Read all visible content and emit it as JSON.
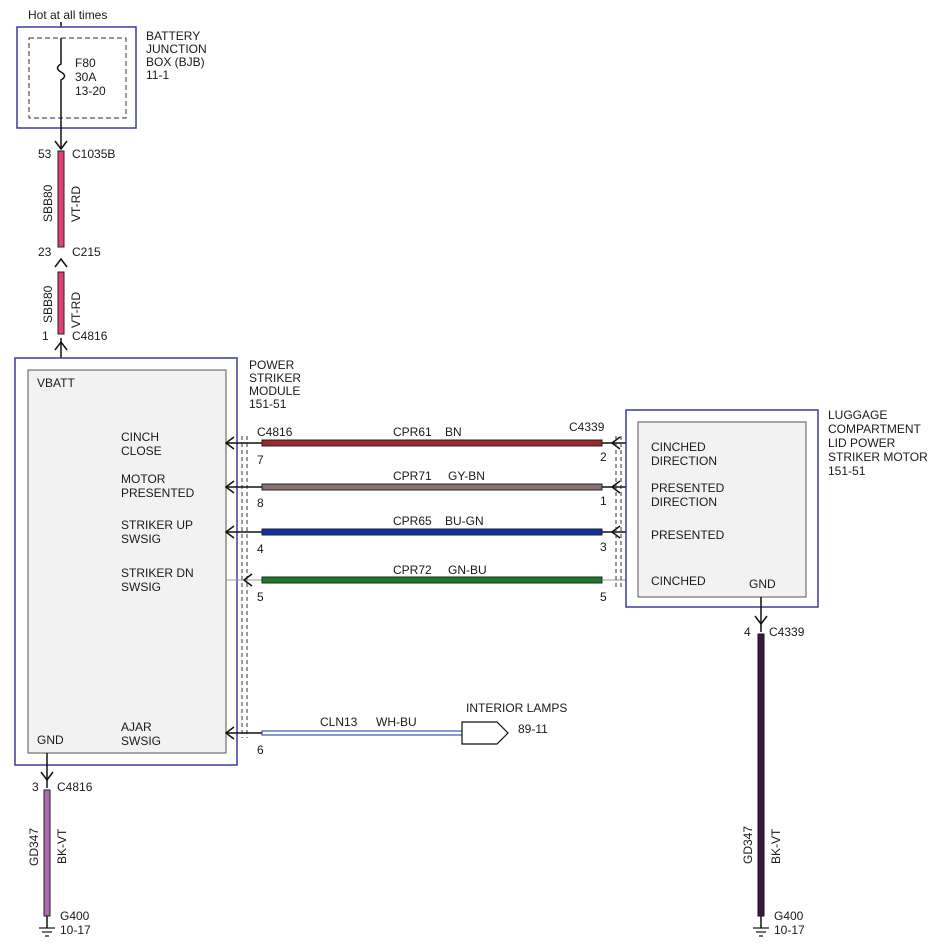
{
  "header": {
    "hot_label": "Hot at all times"
  },
  "bjb": {
    "title": [
      "BATTERY",
      "JUNCTION",
      "BOX (BJB)",
      "11-1"
    ],
    "fuse": [
      "F80",
      "30A",
      "13-20"
    ]
  },
  "feed": {
    "c1035b_pin": "53",
    "c1035b": "C1035B",
    "c215_pin": "23",
    "c215": "C215",
    "c4816_pin": "1",
    "c4816": "C4816",
    "circuit": "SBB80",
    "color": "VT-RD"
  },
  "psm": {
    "title": [
      "POWER",
      "STRIKER",
      "MODULE",
      "151-51"
    ],
    "vbatt": "VBATT",
    "gnd": "GND",
    "signals": [
      [
        "CINCH",
        "CLOSE"
      ],
      [
        "MOTOR",
        "PRESENTED"
      ],
      [
        "STRIKER UP",
        "SWSIG"
      ],
      [
        "STRIKER DN",
        "SWSIG"
      ],
      [
        "AJAR",
        "SWSIG"
      ]
    ]
  },
  "connector_left": "C4816",
  "connector_right": "C4339",
  "wires": [
    {
      "circuit": "CPR61",
      "color": "BN",
      "left_pin": "7",
      "right_pin": "2",
      "hex": "#9a2b2b"
    },
    {
      "circuit": "CPR71",
      "color": "GY-BN",
      "left_pin": "8",
      "right_pin": "1",
      "hex": "#8a7070"
    },
    {
      "circuit": "CPR65",
      "color": "BU-GN",
      "left_pin": "4",
      "right_pin": "3",
      "hex": "#1030a0"
    },
    {
      "circuit": "CPR72",
      "color": "GN-BU",
      "left_pin": "5",
      "right_pin": "5",
      "hex": "#1e7a2a"
    }
  ],
  "ajar_wire": {
    "circuit": "CLN13",
    "color": "WH-BU",
    "pin": "6",
    "dest": "INTERIOR LAMPS",
    "dest_ref": "89-11"
  },
  "motor": {
    "title": [
      "LUGGAGE",
      "COMPARTMENT",
      "LID POWER",
      "STRIKER MOTOR",
      "151-51"
    ],
    "signals": [
      [
        "CINCHED",
        "DIRECTION"
      ],
      [
        "PRESENTED",
        "DIRECTION"
      ],
      [
        "PRESENTED"
      ],
      [
        "CINCHED"
      ]
    ],
    "gnd": "GND"
  },
  "ground_left": {
    "pin": "3",
    "connector": "C4816",
    "circuit": "GD347",
    "color": "BK-VT",
    "ground": "G400",
    "ref": "10-17"
  },
  "ground_right": {
    "pin": "4",
    "connector": "C4339",
    "circuit": "GD347",
    "color": "BK-VT",
    "ground": "G400",
    "ref": "10-17"
  },
  "colors": {
    "box_border": "#3a3aa0",
    "box_fill": "#f2f2f2",
    "feed_wire": "#e0407a",
    "ground_wire": "#7a2a7a"
  }
}
